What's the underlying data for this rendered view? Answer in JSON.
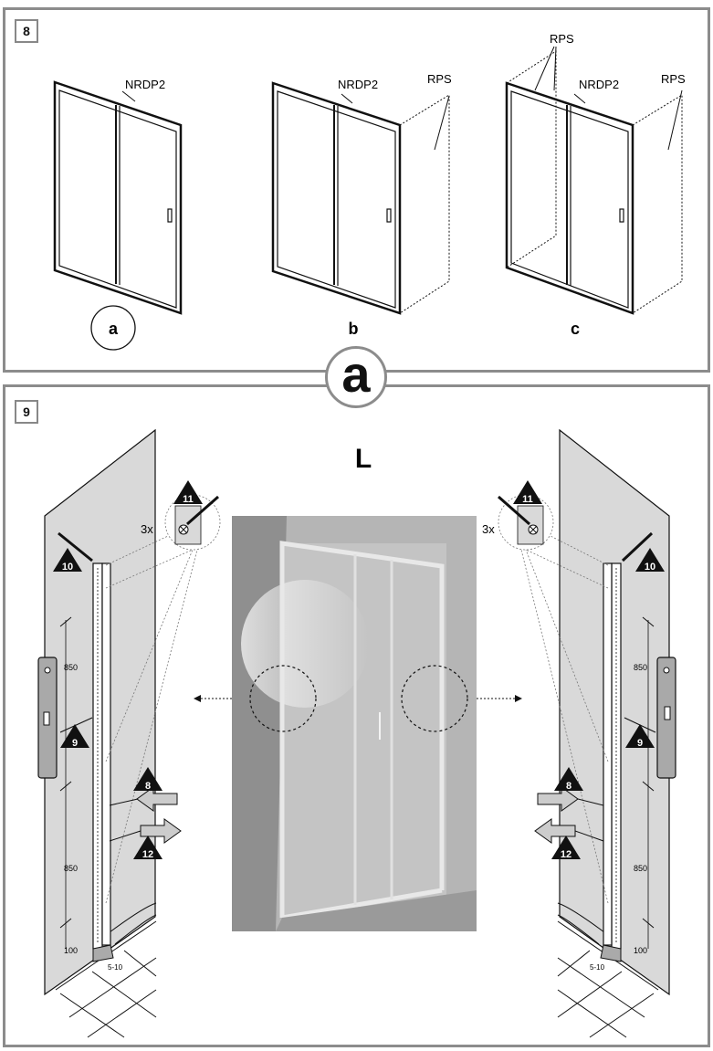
{
  "step8": {
    "number": "8",
    "variants": [
      {
        "id": "a",
        "labels": [
          "NRDP2"
        ]
      },
      {
        "id": "b",
        "labels": [
          "NRDP2",
          "RPS"
        ]
      },
      {
        "id": "c",
        "labels": [
          "RPS",
          "NRDP2",
          "RPS"
        ]
      }
    ],
    "badge": "a"
  },
  "step9": {
    "number": "9",
    "heading": "L",
    "left": {
      "count": "3x",
      "markers": [
        "11",
        "10",
        "9",
        "8",
        "12"
      ],
      "dims": [
        "850",
        "850",
        "100",
        "5-10"
      ]
    },
    "right": {
      "count": "3x",
      "markers": [
        "11",
        "10",
        "9",
        "8",
        "12"
      ],
      "dims": [
        "850",
        "850",
        "100",
        "5-10"
      ]
    }
  }
}
